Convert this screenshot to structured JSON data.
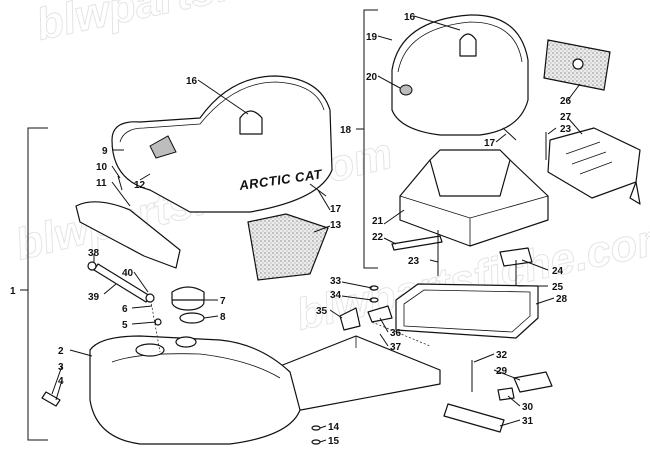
{
  "diagram": {
    "brand_text": "ARCTIC CAT",
    "watermark_text": "blwpartsfiche.com",
    "group_labels": [
      {
        "id": "group-1",
        "label": "1"
      },
      {
        "id": "group-18",
        "label": "18"
      }
    ],
    "callouts": [
      {
        "label": "16"
      },
      {
        "label": "19"
      },
      {
        "label": "20"
      },
      {
        "label": "26"
      },
      {
        "label": "27"
      },
      {
        "label": "23"
      },
      {
        "label": "17"
      },
      {
        "label": "21"
      },
      {
        "label": "22"
      },
      {
        "label": "23"
      },
      {
        "label": "24"
      },
      {
        "label": "25"
      },
      {
        "label": "28"
      },
      {
        "label": "16"
      },
      {
        "label": "9"
      },
      {
        "label": "10"
      },
      {
        "label": "11"
      },
      {
        "label": "12"
      },
      {
        "label": "17"
      },
      {
        "label": "13"
      },
      {
        "label": "38"
      },
      {
        "label": "39"
      },
      {
        "label": "40"
      },
      {
        "label": "6"
      },
      {
        "label": "5"
      },
      {
        "label": "7"
      },
      {
        "label": "8"
      },
      {
        "label": "33"
      },
      {
        "label": "34"
      },
      {
        "label": "35"
      },
      {
        "label": "36"
      },
      {
        "label": "37"
      },
      {
        "label": "2"
      },
      {
        "label": "3"
      },
      {
        "label": "4"
      },
      {
        "label": "32"
      },
      {
        "label": "29"
      },
      {
        "label": "30"
      },
      {
        "label": "31"
      },
      {
        "label": "14"
      },
      {
        "label": "15"
      }
    ]
  }
}
